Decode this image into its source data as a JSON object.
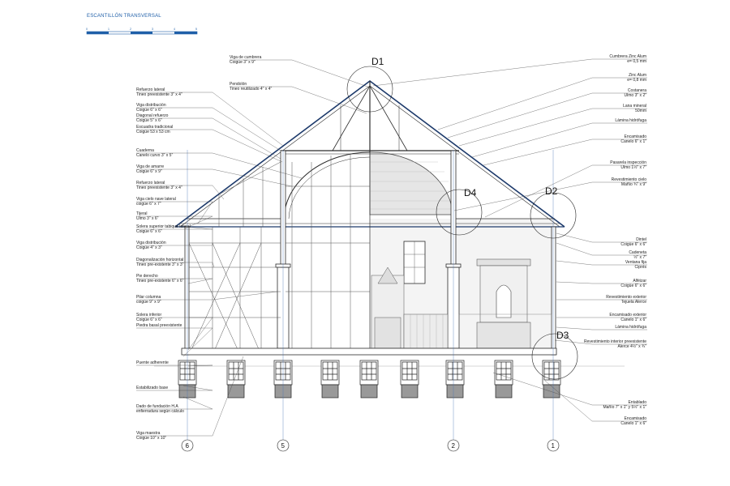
{
  "title": "ESCANTILLÓN TRANSVERSAL",
  "scale_ticks": [
    "0",
    "1",
    "2",
    "3",
    "4",
    "5"
  ],
  "detail_markers": [
    "D1",
    "D2",
    "D3",
    "D4"
  ],
  "grid_axes": [
    "6",
    "5",
    "2",
    "1"
  ],
  "left_labels": [
    {
      "t1": "Refuerzo lateral",
      "t2": "Tineo preexistente 3\" x 4\""
    },
    {
      "t1": "Viga distribución",
      "t2": "Coigüe 6\" x 6\""
    },
    {
      "t1": "Diagonal refuerzo",
      "t2": "Coigüe 5\" x 6\""
    },
    {
      "t1": "Escuadra tradicional",
      "t2": "Coigüe 53 x 53 cm"
    },
    {
      "t1": "Cuaderna",
      "t2": "Canelo curvo 3\" x 5\""
    },
    {
      "t1": "Viga de amarre",
      "t2": "Coigüe 6\" x 9\""
    },
    {
      "t1": "Refuerzo lateral",
      "t2": "Tineo preexistente 3\" x 4\""
    },
    {
      "t1": "Viga cielo nave lateral",
      "t2": "coigüe 6\" x 7\""
    },
    {
      "t1": "Tijeral",
      "t2": "Ulmo 3\" x 6\""
    },
    {
      "t1": "Solera superior tabique lateral",
      "t2": "Coigüe 6\" x 6\""
    },
    {
      "t1": "Viga distribución",
      "t2": "Coigüe 4\" x 3\""
    },
    {
      "t1": "Diagonalización horizontal",
      "t2": "Tineo pre-existente 3\" x 3\""
    },
    {
      "t1": "Pie derecho",
      "t2": "Tineo pre-existente 6\" x 6\""
    },
    {
      "t1": "Pilar columna",
      "t2": "coigüe 9\" x 9\""
    },
    {
      "t1": "Solera inferior",
      "t2": "Coigüe 6\" x 6\""
    },
    {
      "t1": "Piedra basal preexistente",
      "t2": ""
    },
    {
      "t1": "Puente adherente",
      "t2": ""
    },
    {
      "t1": "Estabilizado base",
      "t2": ""
    },
    {
      "t1": "Dado de fundación H.A",
      "t2": "enfierradura según cálculo"
    },
    {
      "t1": "Viga maestra",
      "t2": "Coigüe 10\" x 10\""
    }
  ],
  "top_labels": [
    {
      "t1": "Viga de cumbrera",
      "t2": "Coigüe 3\" x 9\""
    },
    {
      "t1": "Pendolón",
      "t2": "Tineo reutilizado 4\" x 4\""
    }
  ],
  "right_labels": [
    {
      "t1": "Cumbrera Zinc Alum",
      "t2": "e= 0,5 mm"
    },
    {
      "t1": "Zinc Alum",
      "t2": "e= 0,8 mm"
    },
    {
      "t1": "Costanera",
      "t2": "Ulmo 3\" x 2\""
    },
    {
      "t1": "Lana mineral",
      "t2": "50mm"
    },
    {
      "t1": "Lámina hidrófuga",
      "t2": ""
    },
    {
      "t1": "Encamisado",
      "t2": "Canelo 6\" x 1\""
    },
    {
      "t1": "Pasarela inspección",
      "t2": "Ulmo 1½\" x 7\""
    },
    {
      "t1": "Revestimiento cielo",
      "t2": "Mañío ¾\" x 9\""
    },
    {
      "t1": "Dintel",
      "t2": "Coigüe 6\" x 6\""
    },
    {
      "t1": "Cadeneta",
      "t2": "½\" x 7\""
    },
    {
      "t1": "Ventana fija",
      "t2": "Ciprés"
    },
    {
      "t1": "Alféizar",
      "t2": "Coigüe 6\" x 6\""
    },
    {
      "t1": "Revestimiento exterior",
      "t2": "Tejuela Alerce"
    },
    {
      "t1": "Encamisado exterior",
      "t2": "Canelo 1\" x 6\""
    },
    {
      "t1": "Lámina hidrófuga",
      "t2": ""
    },
    {
      "t1": "Revestimiento interior preexistente",
      "t2": "Alerce 4½\" x ¾\""
    },
    {
      "t1": "Entablado",
      "t2": "Mañío 7\" x 1\" y 5½\" x 1\""
    },
    {
      "t1": "Encamisado",
      "t2": "Canelo 1\" x 6\""
    }
  ]
}
